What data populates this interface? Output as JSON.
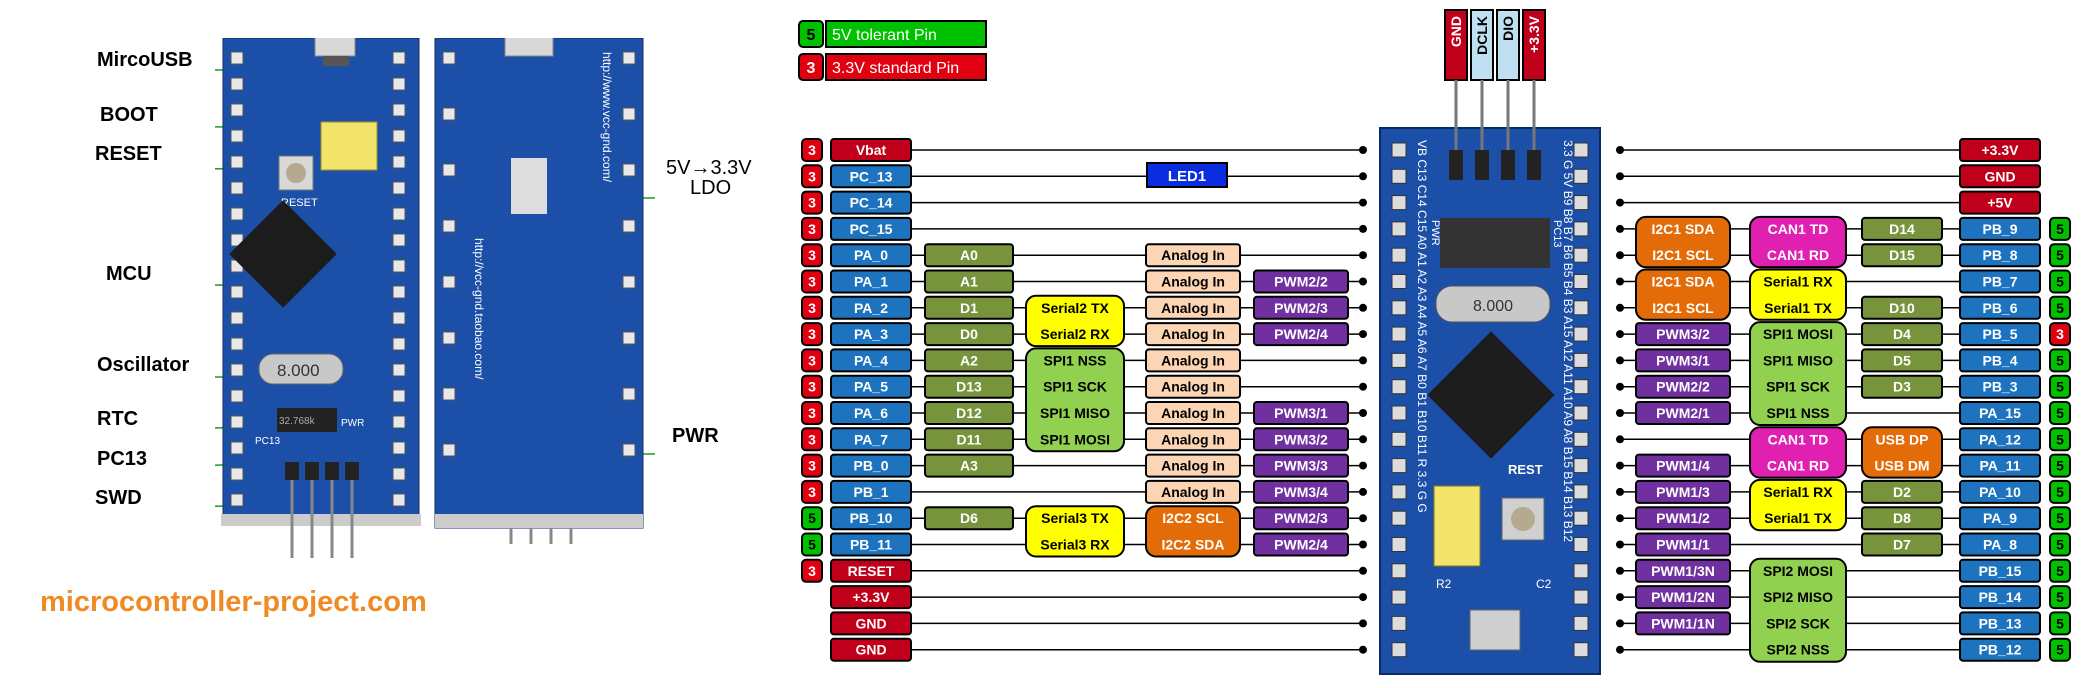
{
  "legend": {
    "five_v_num": "5",
    "five_v_text": "5V tolerant Pin",
    "three_v_num": "3",
    "three_v_text": "3.3V standard Pin"
  },
  "photo_labels": [
    "MircoUSB",
    "BOOT",
    "RESET",
    "MCU",
    "Oscillator",
    "RTC",
    "PC13",
    "SWD"
  ],
  "ldo_label": "5V→3.3V",
  "ldo_label2": "LDO",
  "pwr_label": "PWR",
  "website": "microcontroller-project.com",
  "photo_text": {
    "reset": "RESET",
    "osc": "8.000",
    "rtc": "32.768k",
    "pwr": "PWR",
    "pc13": "PC13",
    "url": "http://www.vcc-gnd.com/",
    "url2": "http://vcc-gnd.taobao.com/"
  },
  "swd_header": [
    "GND",
    "DCLK",
    "DIO",
    "+3.3V"
  ],
  "board_text": {
    "osc": "8.000",
    "rest": "REST",
    "r2": "R2",
    "c2": "C2",
    "pwr": "PWR",
    "pc13": "PC13",
    "left_pins": "VB C13 C14 C15 A0 A1 A2 A3 A4 A5 A6 A7 B0 B1 B10 B11 R 3.3 G G",
    "right_pins": "3.3 G 5V B9 B8 B7 B6 B5 B4 B3 A15 A12 A11 A10 A9 A8 B15 B14 B13 B12"
  },
  "left_pins": [
    {
      "v": "3",
      "name": "Vbat",
      "kind": "pow",
      "func": []
    },
    {
      "v": "3",
      "name": "PC_13",
      "kind": "port",
      "func": []
    },
    {
      "v": "3",
      "name": "PC_14",
      "kind": "port",
      "func": []
    },
    {
      "v": "3",
      "name": "PC_15",
      "kind": "port",
      "func": []
    },
    {
      "v": "3",
      "name": "PA_0",
      "kind": "port",
      "func": [
        {
          "c": "ard",
          "t": "A0"
        },
        {
          "c": "ain",
          "t": "Analog In"
        }
      ]
    },
    {
      "v": "3",
      "name": "PA_1",
      "kind": "port",
      "func": [
        {
          "c": "ard",
          "t": "A1"
        },
        {
          "c": "ain",
          "t": "Analog In"
        },
        {
          "c": "pwm",
          "t": "PWM2/2"
        }
      ]
    },
    {
      "v": "3",
      "name": "PA_2",
      "kind": "port",
      "func": [
        {
          "c": "ard",
          "t": "D1"
        },
        {
          "c": "ain",
          "t": "Analog In"
        },
        {
          "c": "pwm",
          "t": "PWM2/3"
        }
      ]
    },
    {
      "v": "3",
      "name": "PA_3",
      "kind": "port",
      "func": [
        {
          "c": "ard",
          "t": "D0"
        },
        {
          "c": "ain",
          "t": "Analog In"
        },
        {
          "c": "pwm",
          "t": "PWM2/4"
        }
      ]
    },
    {
      "v": "3",
      "name": "PA_4",
      "kind": "port",
      "func": [
        {
          "c": "ard",
          "t": "A2"
        },
        {
          "c": "ain",
          "t": "Analog In"
        }
      ]
    },
    {
      "v": "3",
      "name": "PA_5",
      "kind": "port",
      "func": [
        {
          "c": "ard",
          "t": "D13"
        },
        {
          "c": "ain",
          "t": "Analog In"
        }
      ]
    },
    {
      "v": "3",
      "name": "PA_6",
      "kind": "port",
      "func": [
        {
          "c": "ard",
          "t": "D12"
        },
        {
          "c": "ain",
          "t": "Analog In"
        },
        {
          "c": "pwm",
          "t": "PWM3/1"
        }
      ]
    },
    {
      "v": "3",
      "name": "PA_7",
      "kind": "port",
      "func": [
        {
          "c": "ard",
          "t": "D11"
        },
        {
          "c": "ain",
          "t": "Analog In"
        },
        {
          "c": "pwm",
          "t": "PWM3/2"
        }
      ]
    },
    {
      "v": "3",
      "name": "PB_0",
      "kind": "port",
      "func": [
        {
          "c": "ard",
          "t": "A3"
        },
        {
          "c": "ain",
          "t": "Analog In"
        },
        {
          "c": "pwm",
          "t": "PWM3/3"
        }
      ]
    },
    {
      "v": "3",
      "name": "PB_1",
      "kind": "port",
      "func": [
        {
          "c": "ain",
          "t": "Analog In"
        },
        {
          "c": "pwm",
          "t": "PWM3/4"
        }
      ]
    },
    {
      "v": "5",
      "name": "PB_10",
      "kind": "port",
      "func": [
        {
          "c": "ard",
          "t": "D6"
        },
        {
          "c": "pwm",
          "t": "PWM2/3"
        }
      ]
    },
    {
      "v": "5",
      "name": "PB_11",
      "kind": "port",
      "func": [
        {
          "c": "pwm",
          "t": "PWM2/4"
        }
      ]
    },
    {
      "v": "3",
      "name": "RESET",
      "kind": "pow",
      "func": []
    },
    {
      "v": "",
      "name": "+3.3V",
      "kind": "pow",
      "func": []
    },
    {
      "v": "",
      "name": "GND",
      "kind": "pow",
      "func": []
    },
    {
      "v": "",
      "name": "GND",
      "kind": "pow",
      "func": []
    }
  ],
  "left_groups": [
    {
      "c": "ser",
      "lines": [
        "Serial2 TX",
        "Serial2 RX"
      ]
    },
    {
      "c": "spi",
      "lines": [
        "SPI1 NSS",
        "SPI1 SCK",
        "SPI1 MISO",
        "SPI1 MOSI"
      ]
    },
    {
      "c": "ser",
      "lines": [
        "Serial3 TX",
        "Serial3 RX"
      ]
    },
    {
      "c": "i2c",
      "lines": [
        "I2C2 SCL",
        "I2C2 SDA"
      ]
    }
  ],
  "led_label": "LED1",
  "right_pins": [
    {
      "v": "",
      "name": "+3.3V",
      "kind": "pow",
      "func": []
    },
    {
      "v": "",
      "name": "GND",
      "kind": "pow",
      "func": []
    },
    {
      "v": "",
      "name": "+5V",
      "kind": "pow",
      "func": []
    },
    {
      "v": "5",
      "name": "PB_9",
      "kind": "port",
      "func": [
        {
          "c": "ard",
          "t": "D14"
        }
      ]
    },
    {
      "v": "5",
      "name": "PB_8",
      "kind": "port",
      "func": [
        {
          "c": "ard",
          "t": "D15"
        }
      ]
    },
    {
      "v": "5",
      "name": "PB_7",
      "kind": "port",
      "func": []
    },
    {
      "v": "5",
      "name": "PB_6",
      "kind": "port",
      "func": [
        {
          "c": "ard",
          "t": "D10"
        }
      ]
    },
    {
      "v": "3",
      "name": "PB_5",
      "kind": "port",
      "func": [
        {
          "c": "ard",
          "t": "D4"
        },
        {
          "c": "pwm",
          "t": "PWM3/2"
        }
      ]
    },
    {
      "v": "5",
      "name": "PB_4",
      "kind": "port",
      "func": [
        {
          "c": "ard",
          "t": "D5"
        },
        {
          "c": "pwm",
          "t": "PWM3/1"
        }
      ]
    },
    {
      "v": "5",
      "name": "PB_3",
      "kind": "port",
      "func": [
        {
          "c": "ard",
          "t": "D3"
        },
        {
          "c": "pwm",
          "t": "PWM2/2"
        }
      ]
    },
    {
      "v": "5",
      "name": "PA_15",
      "kind": "port",
      "func": [
        {
          "c": "pwm",
          "t": "PWM2/1"
        }
      ]
    },
    {
      "v": "5",
      "name": "PA_12",
      "kind": "port",
      "func": []
    },
    {
      "v": "5",
      "name": "PA_11",
      "kind": "port",
      "func": [
        {
          "c": "pwm",
          "t": "PWM1/4"
        }
      ]
    },
    {
      "v": "5",
      "name": "PA_10",
      "kind": "port",
      "func": [
        {
          "c": "ard",
          "t": "D2"
        },
        {
          "c": "pwm",
          "t": "PWM1/3"
        }
      ]
    },
    {
      "v": "5",
      "name": "PA_9",
      "kind": "port",
      "func": [
        {
          "c": "ard",
          "t": "D8"
        },
        {
          "c": "pwm",
          "t": "PWM1/2"
        }
      ]
    },
    {
      "v": "5",
      "name": "PA_8",
      "kind": "port",
      "func": [
        {
          "c": "ard",
          "t": "D7"
        },
        {
          "c": "pwm",
          "t": "PWM1/1"
        }
      ]
    },
    {
      "v": "5",
      "name": "PB_15",
      "kind": "port",
      "func": [
        {
          "c": "pwm",
          "t": "PWM1/3N"
        }
      ]
    },
    {
      "v": "5",
      "name": "PB_14",
      "kind": "port",
      "func": [
        {
          "c": "pwm",
          "t": "PWM1/2N"
        }
      ]
    },
    {
      "v": "5",
      "name": "PB_13",
      "kind": "port",
      "func": [
        {
          "c": "pwm",
          "t": "PWM1/1N"
        }
      ]
    },
    {
      "v": "5",
      "name": "PB_12",
      "kind": "port",
      "func": []
    }
  ],
  "right_groups": [
    {
      "c": "i2c",
      "lines": [
        "I2C1 SDA",
        "I2C1 SCL"
      ]
    },
    {
      "c": "can",
      "lines": [
        "CAN1 TD",
        "CAN1 RD"
      ]
    },
    {
      "c": "i2c",
      "lines": [
        "I2C1 SDA",
        "I2C1 SCL"
      ]
    },
    {
      "c": "ser",
      "lines": [
        "Serial1 RX",
        "Serial1 TX"
      ]
    },
    {
      "c": "spi",
      "lines": [
        "SPI1 MOSI",
        "SPI1 MISO",
        "SPI1 SCK",
        "SPI1 NSS"
      ]
    },
    {
      "c": "can",
      "lines": [
        "CAN1 TD",
        "CAN1 RD"
      ]
    },
    {
      "c": "usb",
      "lines": [
        "USB DP",
        "USB DM"
      ]
    },
    {
      "c": "ser",
      "lines": [
        "Serial1 RX",
        "Serial1 TX"
      ]
    },
    {
      "c": "spi",
      "lines": [
        "SPI2 MOSI",
        "SPI2 MISO",
        "SPI2 SCK",
        "SPI2 NSS"
      ]
    }
  ],
  "colors": {
    "pow": "#c0001a",
    "port": "#1e73be",
    "ard": "#77933c",
    "ain": "#fcd5b5",
    "pwm": "#7030a0",
    "ser": "#ffff00",
    "spi": "#92d050",
    "i2c": "#e36c09",
    "can": "#e020b0",
    "usb": "#e36c09",
    "five": "#00c000",
    "three": "#e00010",
    "pcb": "#1b4fa8",
    "led": "#0a2de0"
  }
}
